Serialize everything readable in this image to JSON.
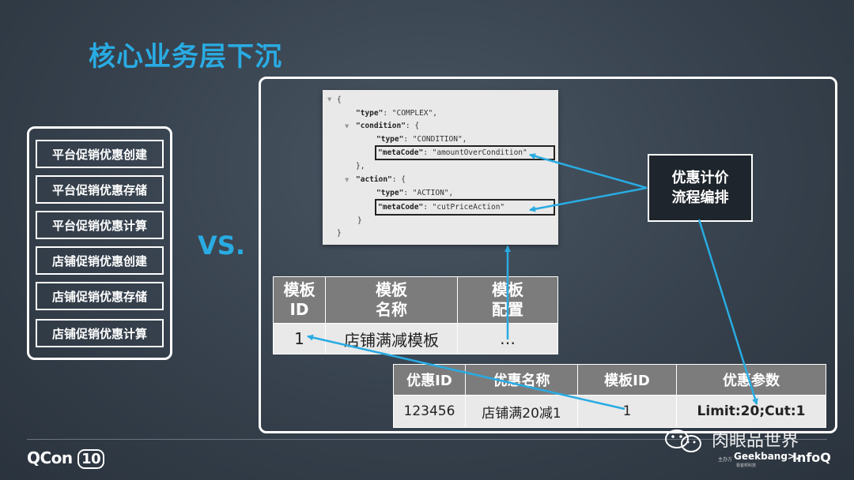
{
  "title": "核心业务层下沉",
  "left_items": [
    "平台促销优惠创建",
    "平台促销优惠存储",
    "平台促销优惠计算",
    "店铺促销优惠创建",
    "店铺促销优惠存储",
    "店铺促销优惠计算"
  ],
  "vs": "VS.",
  "json_code": {
    "l1": "{",
    "l2k": "\"type\"",
    "l2v": ": \"COMPLEX\",",
    "l3k": "\"condition\"",
    "l3v": ": {",
    "l4k": "\"type\"",
    "l4v": ": \"CONDITION\",",
    "l5k": "\"metaCode\"",
    "l5v": ": \"amountOverCondition\"",
    "l6": "},",
    "l7k": "\"action\"",
    "l7v": ": {",
    "l8k": "\"type\"",
    "l8v": ": \"ACTION\",",
    "l9k": "\"metaCode\"",
    "l9v": ": \"cutPriceAction\"",
    "l10": "}",
    "l11": "}"
  },
  "side_box": {
    "line1": "优惠计价",
    "line2": "流程编排"
  },
  "template_table": {
    "headers": [
      [
        "模板",
        "ID"
      ],
      [
        "模板",
        "名称"
      ],
      [
        "模板",
        "配置"
      ]
    ],
    "row": [
      "1",
      "店铺满减模板",
      "…"
    ]
  },
  "discount_table": {
    "headers": [
      "优惠ID",
      "优惠名称",
      "模板ID",
      "优惠参数"
    ],
    "row": [
      "123456",
      "店铺满20减1",
      "1",
      "Limit:20;Cut:1"
    ]
  },
  "footer": {
    "qcon": "QCon",
    "qcon_num": "10",
    "watermark": "肉眼品世界",
    "sponsor": "主办方",
    "geek": "Geekbang>.",
    "geek_sub": "极客邦科技",
    "infoq": "InfoQ"
  },
  "colors": {
    "accent": "#29abe2",
    "arrow": "#29abe2",
    "header_gray": "#7c7c7c",
    "cell_bg": "#e9e9e9"
  }
}
